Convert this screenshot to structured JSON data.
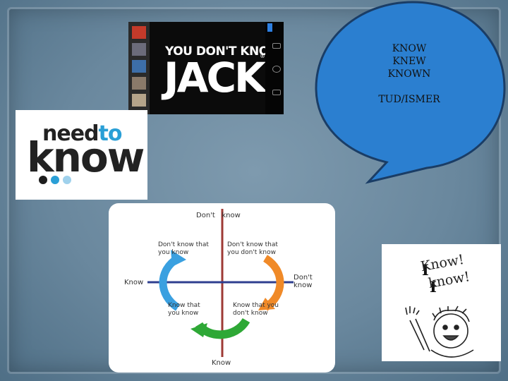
{
  "jack_image": {
    "line1": "YOU DON'T KNOW",
    "line2": "JACK",
    "mark": "®"
  },
  "need_to_know": {
    "word1": "need",
    "word2": "to",
    "word3": "know",
    "dot_colors": [
      "#1d1d1d",
      "#2a9fd6",
      "#9fd1ec"
    ]
  },
  "speech_bubble": {
    "lines": [
      "KNOW",
      "KNEW",
      "KNOWN"
    ],
    "author": "TUD/ISMER",
    "color": "#2b7fd0"
  },
  "knowledge_matrix": {
    "top": "Don't   know",
    "bottom": "Know",
    "left": "Know",
    "right_line1": "Don't",
    "right_line2": "know",
    "q_top_left_1": "Don't know that",
    "q_top_left_2": "you know",
    "q_top_right_1": "Don't know that",
    "q_top_right_2": "you don't know",
    "q_bottom_left_1": "Know that",
    "q_bottom_left_2": "you know",
    "q_bottom_right_1": "Know that you",
    "q_bottom_right_2": "don't know",
    "arrow_colors": [
      "#3aa0e0",
      "#f08a28",
      "#2ea836"
    ]
  },
  "cartoon": {
    "line1_pre": "I",
    "line1": "Know!",
    "line2_pre": "I",
    "line2": "know!"
  }
}
